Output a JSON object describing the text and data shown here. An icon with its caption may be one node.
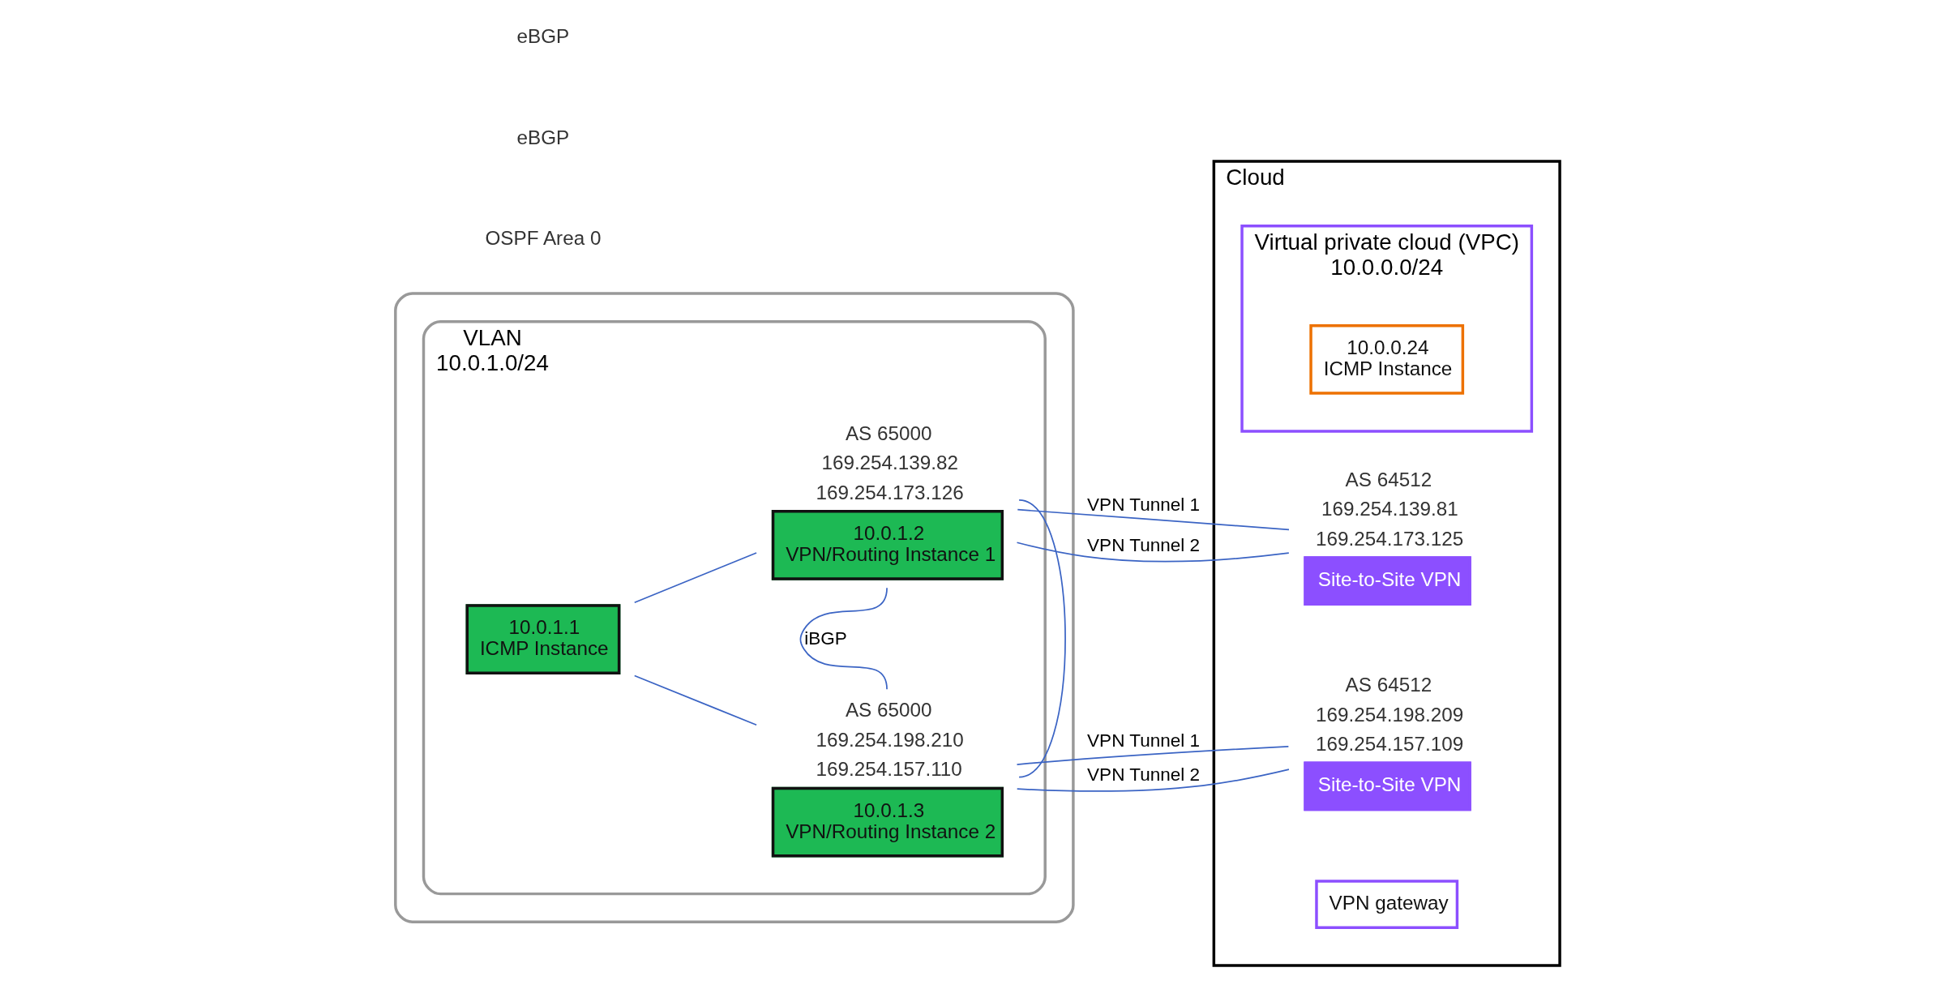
{
  "diagram": {
    "nodes": [
      {
        "text": [],
        "shape": "box"
      },
      {
        "text": [
          "VLAN",
          "10.0.1.0/24"
        ],
        "in": 0
      },
      {
        "text": [
          "10.0.1.1",
          "ICMP Instance"
        ],
        "in": 1
      },
      {
        "text": [
          "10.0.1.2",
          "VPN/Routing Instance 1"
        ],
        "in": 1,
        "beside": [
          "AS 65000",
          "169.254.139.82",
          "169.254.173.126"
        ]
      },
      {
        "text": [
          "10.0.1.3",
          "VPN/Routing Instance 2"
        ],
        "in": 1,
        "beside": [
          "AS 65000",
          "169.254.198.210",
          "169.254.157.110"
        ]
      },
      {
        "text": [
          "Cloud"
        ]
      },
      {
        "text": [
          "Site-to-Site VPN"
        ],
        "in": 5,
        "beside": [
          "AS 64512",
          "169.254.139.81",
          "169.254.173.125"
        ]
      },
      {
        "text": [
          "Site-to-Site VPN"
        ],
        "in": 5,
        "beside": [
          "AS 64512",
          "169.254.198.209",
          "169.254.157.109"
        ]
      },
      {
        "text": [
          "VPN gateway"
        ],
        "in": 5
      },
      {
        "text": [
          "Virtual private cloud (VPC)",
          "10.0.0.0/24"
        ],
        "in": 5
      },
      {
        "text": [
          "10.0.0.24",
          "ICMP Instance"
        ],
        "in": 9
      }
    ],
    "edges": [
      {
        "from": 2,
        "to": 3,
        "arrow": "none"
      },
      {
        "from": 3,
        "to": 4,
        "arrow": "none"
      },
      {
        "from": 4,
        "to": 2,
        "arrow": "none"
      },
      {
        "from": 3,
        "to": 4,
        "label": "iBGP",
        "arrow": "none"
      },
      {
        "from": 3,
        "to": 6,
        "label": "VPN Tunnel 1",
        "arrow": "none"
      },
      {
        "from": 3,
        "to": 6,
        "label": "VPN Tunnel 2",
        "arrow": "none"
      },
      {
        "from": 4,
        "to": 7,
        "label": "VPN Tunnel 1",
        "arrow": "none"
      },
      {
        "from": 4,
        "to": 7,
        "label": "VPN Tunnel 2",
        "arrow": "none"
      }
    ],
    "labels": [
      "OSPF Area 0",
      "eBGP",
      "eBGP"
    ]
  }
}
